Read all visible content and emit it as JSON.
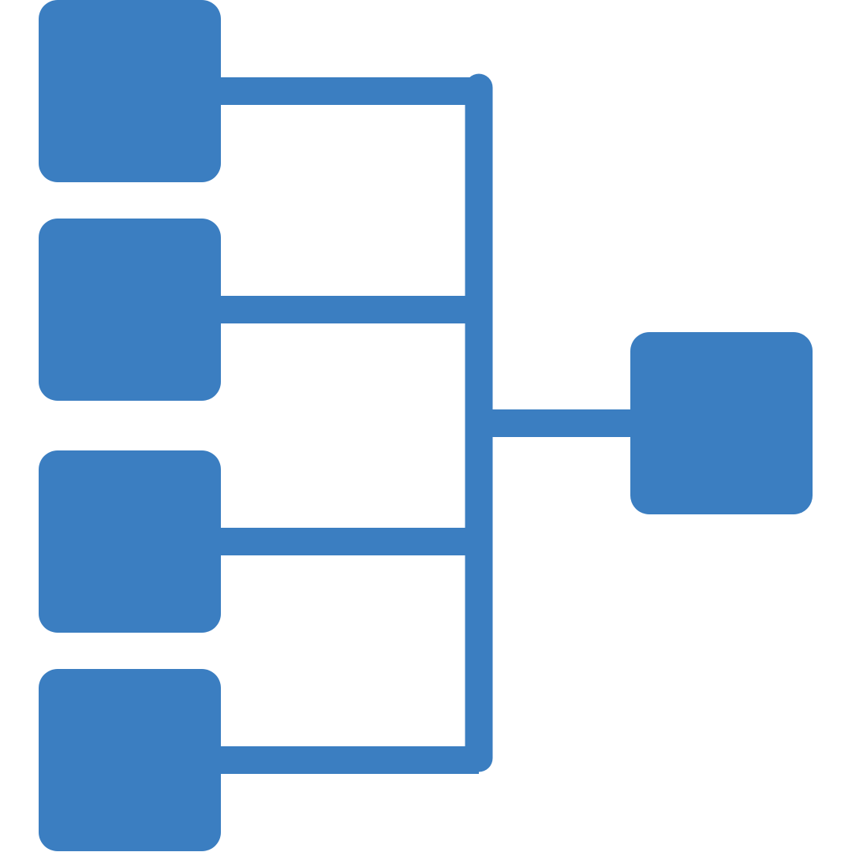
{
  "diagram": {
    "type": "hierarchy",
    "color": "#3B7EC1",
    "background": "#FFFFFF",
    "source_nodes": [
      {
        "id": "source-1"
      },
      {
        "id": "source-2"
      },
      {
        "id": "source-3"
      },
      {
        "id": "source-4"
      }
    ],
    "target_node": {
      "id": "target"
    },
    "connections": [
      {
        "from": "source-1",
        "to": "target"
      },
      {
        "from": "source-2",
        "to": "target"
      },
      {
        "from": "source-3",
        "to": "target"
      },
      {
        "from": "source-4",
        "to": "target"
      }
    ]
  }
}
